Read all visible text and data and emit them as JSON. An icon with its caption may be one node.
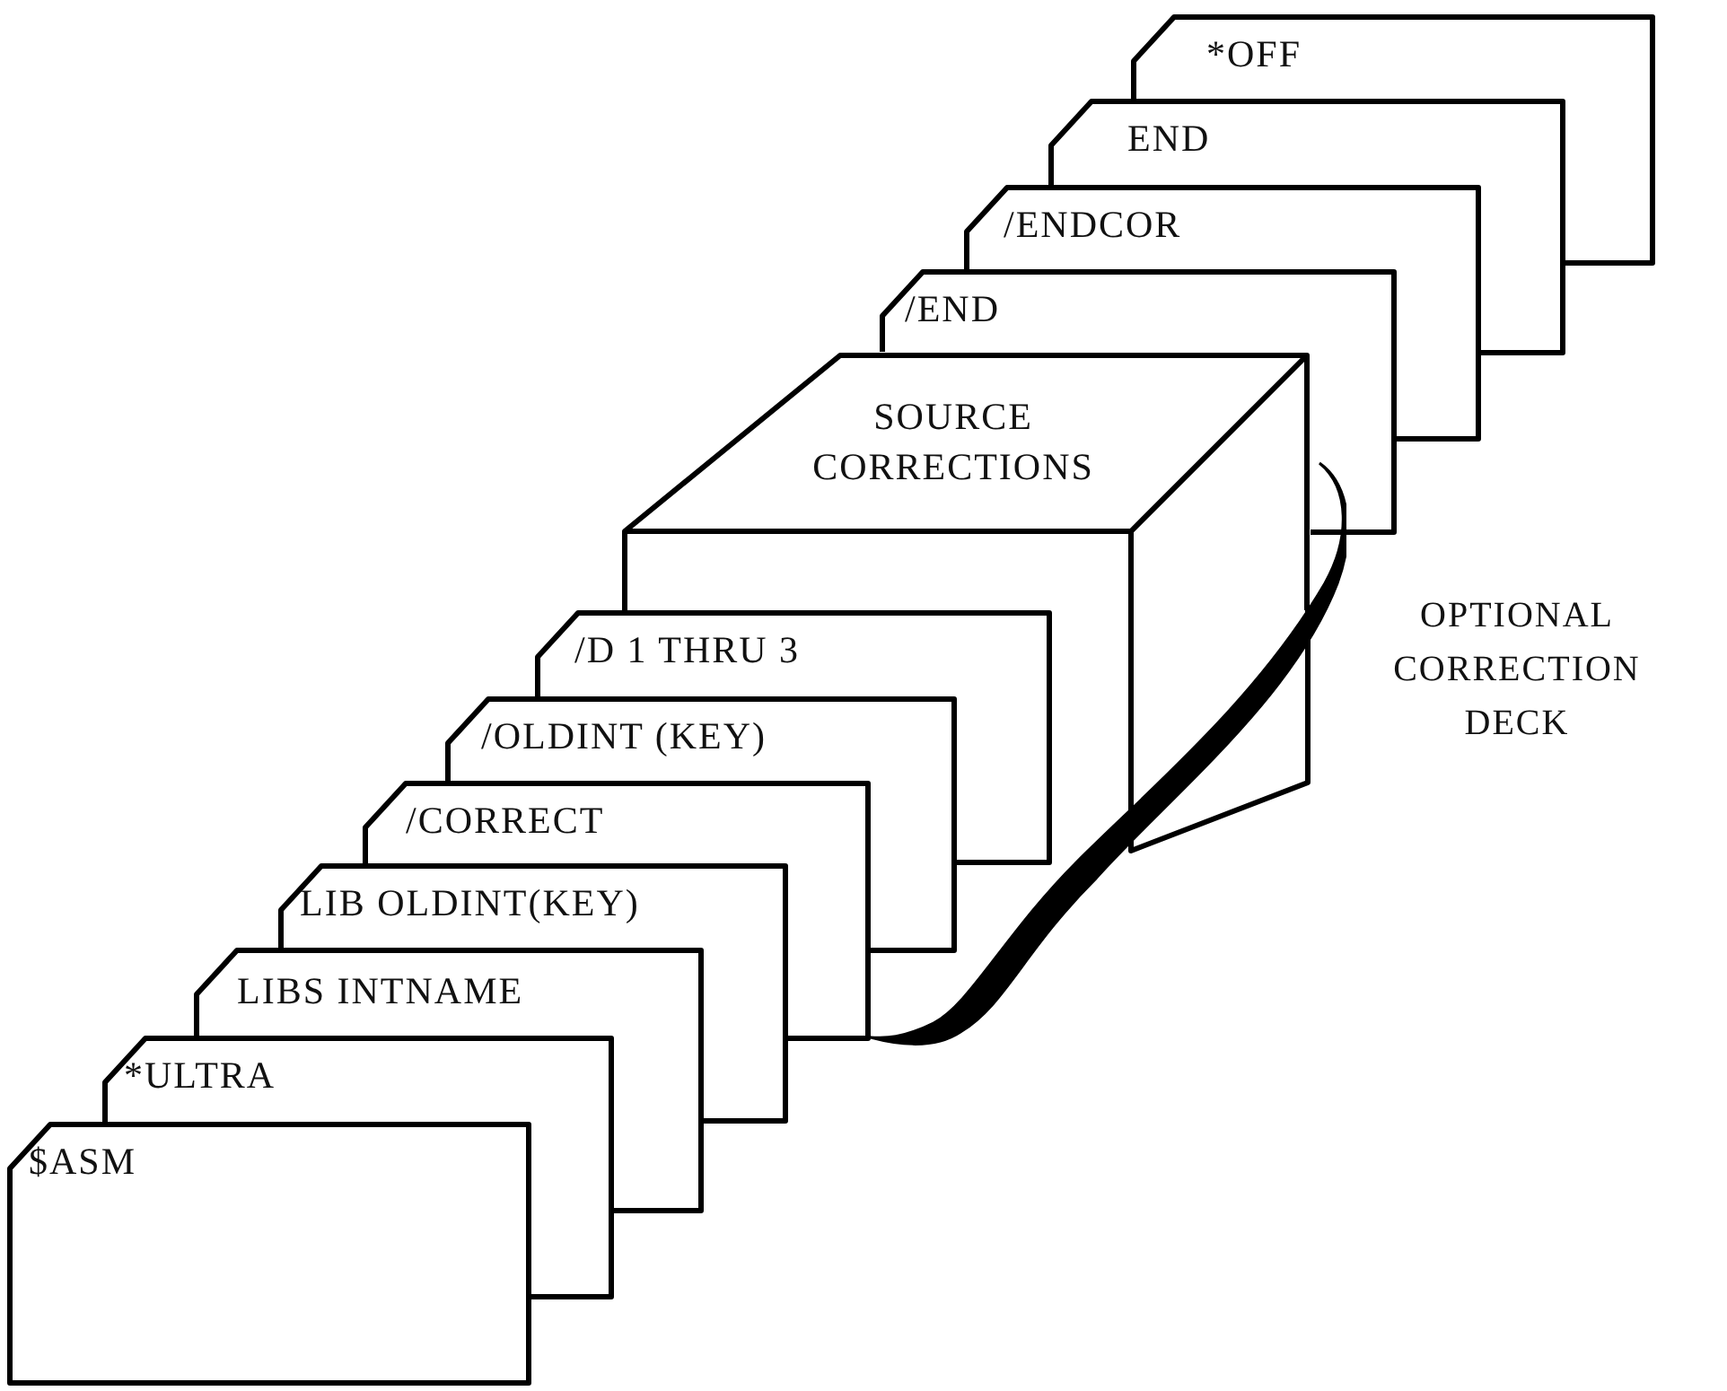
{
  "diagram": {
    "nodes": [
      {
        "text": [
          "*OFF"
        ]
      },
      {
        "text": [
          "END"
        ]
      },
      {
        "text": [
          "/ENDCOR"
        ]
      },
      {
        "text": [
          "/END"
        ]
      },
      {
        "text": [
          "SOURCE CORRECTIONS"
        ]
      },
      {
        "text": [
          "/D 1 THRU 3"
        ]
      },
      {
        "text": [
          "/OLDINT (KEY)"
        ]
      },
      {
        "text": [
          "/CORRECT"
        ]
      },
      {
        "text": [
          "LIB OLDINT(KEY)"
        ]
      },
      {
        "text": [
          "LIBS INTNAME"
        ]
      },
      {
        "text": [
          "*ULTRA"
        ]
      },
      {
        "text": [
          "$ASM"
        ]
      }
    ],
    "edges": [],
    "labels": [
      "OPTIONAL CORRECTION DECK"
    ]
  }
}
